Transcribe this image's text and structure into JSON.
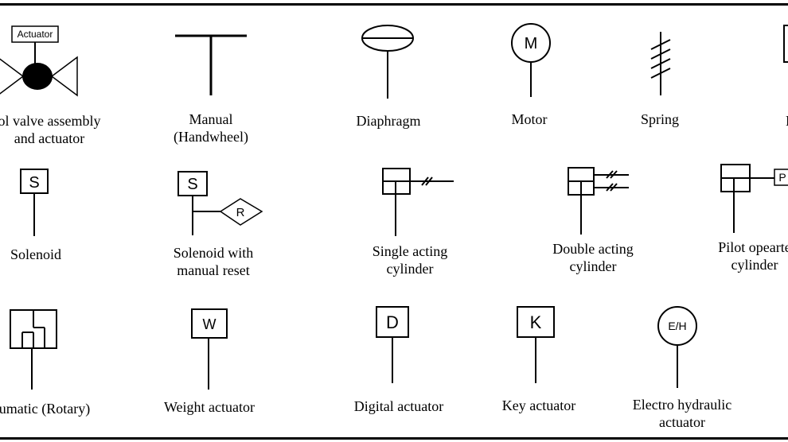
{
  "symbols": [
    {
      "id": "control-valve",
      "caption_lines": [
        "ol valve assembly",
        "and actuator"
      ],
      "box_text": "Actuator"
    },
    {
      "id": "manual",
      "caption_lines": [
        "Manual",
        "(Handwheel)"
      ]
    },
    {
      "id": "diaphragm",
      "caption_lines": [
        "Diaphragm"
      ]
    },
    {
      "id": "motor",
      "caption_lines": [
        "Motor"
      ],
      "box_text": "M"
    },
    {
      "id": "spring",
      "caption_lines": [
        "Spring"
      ]
    },
    {
      "id": "cut-off",
      "caption_lines": [
        "P"
      ]
    },
    {
      "id": "solenoid",
      "caption_lines": [
        "Solenoid"
      ],
      "box_text": "S"
    },
    {
      "id": "solenoid-reset",
      "caption_lines": [
        "Solenoid with",
        "manual reset"
      ],
      "box_text": "S",
      "diamond_text": "R"
    },
    {
      "id": "single-acting",
      "caption_lines": [
        "Single acting",
        "cylinder"
      ]
    },
    {
      "id": "double-acting",
      "caption_lines": [
        "Double acting",
        "cylinder"
      ]
    },
    {
      "id": "pilot-operated",
      "caption_lines": [
        "Pilot opearte",
        "cylinder"
      ],
      "box_text": "P"
    },
    {
      "id": "pneumatic-rotary",
      "caption_lines": [
        "umatic (Rotary)"
      ]
    },
    {
      "id": "weight",
      "caption_lines": [
        "Weight actuator"
      ],
      "box_text": "W"
    },
    {
      "id": "digital",
      "caption_lines": [
        "Digital actuator"
      ],
      "box_text": "D"
    },
    {
      "id": "key",
      "caption_lines": [
        "Key actuator"
      ],
      "box_text": "K"
    },
    {
      "id": "electro-hydraulic",
      "caption_lines": [
        "Electro hydraulic",
        "actuator"
      ],
      "box_text": "E/H"
    }
  ]
}
